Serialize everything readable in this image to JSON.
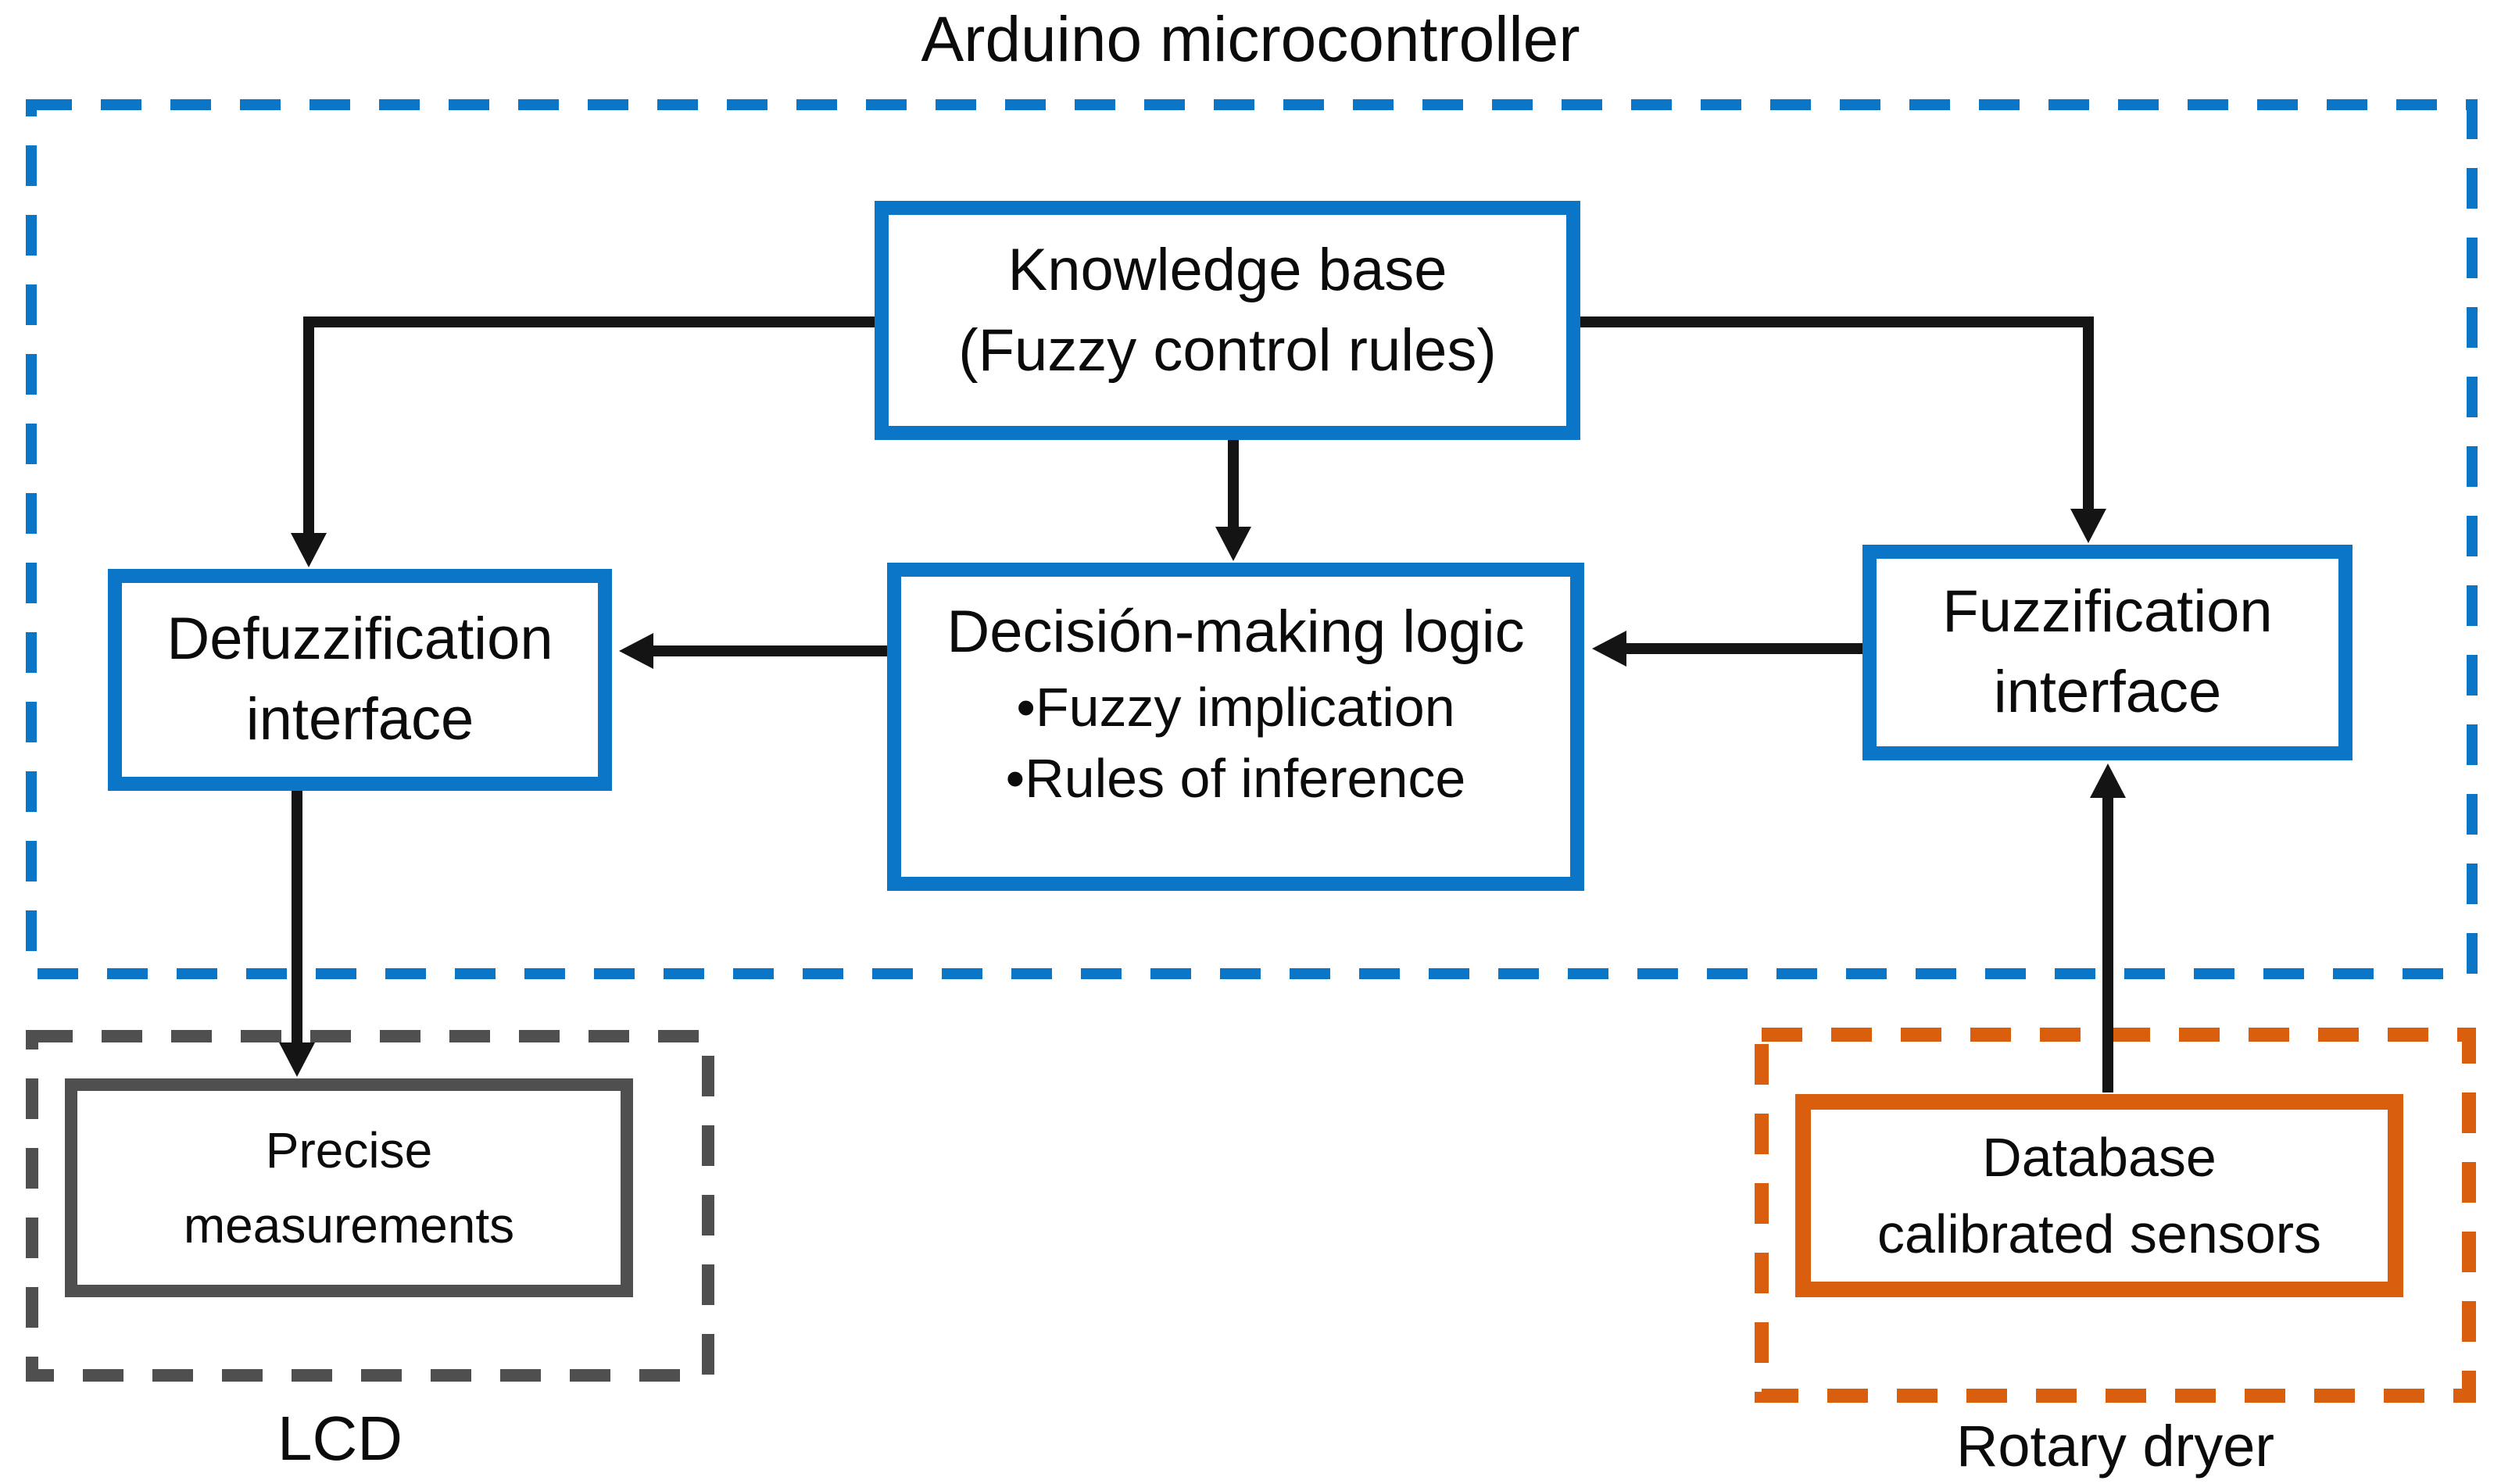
{
  "type": "block-diagram",
  "groups": {
    "arduino": {
      "label": "Arduino microcontroller",
      "border_color": "#0B76C7",
      "border_style": "dashed"
    },
    "lcd": {
      "label": "LCD",
      "border_color": "#4F4F4F",
      "border_style": "dashed"
    },
    "rotary": {
      "label": "Rotary dryer",
      "border_color": "#D95F0E",
      "border_style": "dashed"
    }
  },
  "boxes": {
    "knowledge": {
      "line1": "Knowledge base",
      "line2": "(Fuzzy control rules)",
      "border_color": "#0B76C7",
      "group": "arduino"
    },
    "defuzzification": {
      "line1": "Defuzzification",
      "line2": "interface",
      "border_color": "#0B76C7",
      "group": "arduino"
    },
    "decision": {
      "line1": "Decisión-making logic",
      "line2": "•Fuzzy implication",
      "line3": "•Rules of inference",
      "border_color": "#0B76C7",
      "group": "arduino"
    },
    "fuzzification": {
      "line1": "Fuzzification",
      "line2": "interface",
      "border_color": "#0B76C7",
      "group": "arduino"
    },
    "precise": {
      "line1": "Precise",
      "line2": "measurements",
      "border_color": "#4F4F4F",
      "group": "lcd"
    },
    "database": {
      "line1": "Database",
      "line2": "calibrated sensors",
      "border_color": "#D95F0E",
      "group": "rotary"
    }
  },
  "arrows": [
    {
      "from": "knowledge-base",
      "to": "defuzzification-interface"
    },
    {
      "from": "knowledge-base",
      "to": "decision-making-logic"
    },
    {
      "from": "knowledge-base",
      "to": "fuzzification-interface"
    },
    {
      "from": "decision-making-logic",
      "to": "defuzzification-interface"
    },
    {
      "from": "fuzzification-interface",
      "to": "decision-making-logic"
    },
    {
      "from": "database-calibrated-sensors",
      "to": "fuzzification-interface"
    },
    {
      "from": "defuzzification-interface",
      "to": "precise-measurements"
    }
  ],
  "colors": {
    "blue": "#0B76C7",
    "orange": "#D95F0E",
    "gray": "#4F4F4F",
    "line": "#141414",
    "text": "#0B0B0B",
    "background": "#FFFFFF"
  }
}
